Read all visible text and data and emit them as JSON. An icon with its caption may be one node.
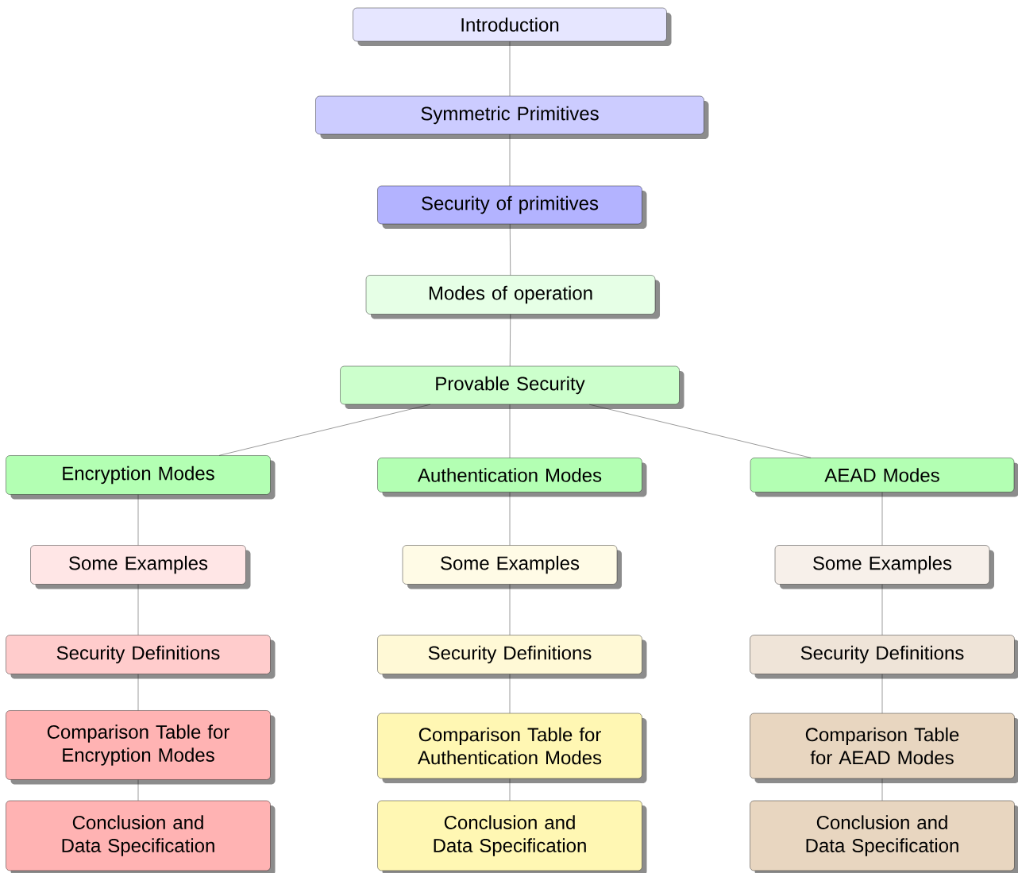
{
  "diagram": {
    "nodes": [
      {
        "text": [
          "Introduction"
        ]
      },
      {
        "text": [
          "Symmetric Primitives"
        ]
      },
      {
        "text": [
          "Security of primitives"
        ]
      },
      {
        "text": [
          "Modes of operation"
        ]
      },
      {
        "text": [
          "Provable Security"
        ]
      },
      {
        "text": [
          "Encryption Modes"
        ]
      },
      {
        "text": [
          "Authentication Modes"
        ]
      },
      {
        "text": [
          "AEAD Modes"
        ]
      },
      {
        "text": [
          "Some Examples"
        ]
      },
      {
        "text": [
          "Some Examples"
        ]
      },
      {
        "text": [
          "Some Examples"
        ]
      },
      {
        "text": [
          "Security Definitions"
        ]
      },
      {
        "text": [
          "Security Definitions"
        ]
      },
      {
        "text": [
          "Security Definitions"
        ]
      },
      {
        "text": [
          "Comparison Table for Encryption Modes"
        ]
      },
      {
        "text": [
          "Comparison Table for Authentication Modes"
        ]
      },
      {
        "text": [
          "Comparison Table for AEAD Modes"
        ]
      },
      {
        "text": [
          "Conclusion and Data Specification"
        ]
      },
      {
        "text": [
          "Conclusion and Data Specification"
        ]
      },
      {
        "text": [
          "Conclusion and Data Specification"
        ]
      }
    ],
    "edges": [
      {
        "from": 0,
        "to": 1,
        "arrow": "none"
      },
      {
        "from": 1,
        "to": 2,
        "arrow": "none"
      },
      {
        "from": 2,
        "to": 3,
        "arrow": "none"
      },
      {
        "from": 3,
        "to": 4,
        "arrow": "none"
      },
      {
        "from": 4,
        "to": 5,
        "arrow": "none"
      },
      {
        "from": 4,
        "to": 6,
        "arrow": "none"
      },
      {
        "from": 4,
        "to": 7,
        "arrow": "none"
      },
      {
        "from": 5,
        "to": 8,
        "arrow": "none"
      },
      {
        "from": 6,
        "to": 9,
        "arrow": "none"
      },
      {
        "from": 7,
        "to": 10,
        "arrow": "none"
      },
      {
        "from": 8,
        "to": 11,
        "arrow": "none"
      },
      {
        "from": 9,
        "to": 12,
        "arrow": "none"
      },
      {
        "from": 10,
        "to": 13,
        "arrow": "none"
      },
      {
        "from": 11,
        "to": 14,
        "arrow": "none"
      },
      {
        "from": 12,
        "to": 15,
        "arrow": "none"
      },
      {
        "from": 13,
        "to": 16,
        "arrow": "none"
      },
      {
        "from": 14,
        "to": 17,
        "arrow": "none"
      },
      {
        "from": 15,
        "to": 18,
        "arrow": "none"
      },
      {
        "from": 16,
        "to": 19,
        "arrow": "none"
      }
    ]
  }
}
